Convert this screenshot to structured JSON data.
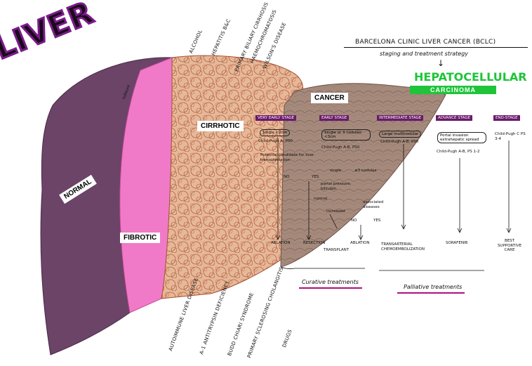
{
  "title": "LIVER",
  "left_labels": {
    "normal": "NORMAL",
    "fibrotic": "FIBROTIC",
    "cirrhotic": "CIRRHOTIC",
    "cancer": "CANCER",
    "signature": "lrdlaura"
  },
  "causes_top": [
    "ALCOHOL",
    "HEPATITIS B&C",
    "PRIMARY BILIARY CIRRHOSIS",
    "HAEMOCHROMATOSIS",
    "WILSON'S DISEASE"
  ],
  "causes_bottom": [
    "AUTOIMMUNE LIVER DISEASE",
    "α-1 ANTITRYPSIN DEFICIENCY",
    "BUDD CHIARI SYNDROME",
    "PRIMARY SCLEROSING CHOLANGITIS",
    "DRUGS"
  ],
  "bclc": {
    "heading": "BARCELONA CLINIC LIVER CANCER (BCLC)",
    "subheading": "staging and treatment strategy",
    "hcc_line1": "HEPATOCELLULAR",
    "hcc_line2": "CARCINOMA",
    "stages": [
      "VERY EARLY STAGE",
      "EARLY STAGE",
      "INTERMEDIATE STAGE",
      "ADVANCE STAGE",
      "END-STAGE"
    ],
    "criteria": [
      "Single <2cm",
      "Single or 3 nodules <3cm",
      "Large multinodular",
      "Portal invasion extrahepatic spread",
      ""
    ],
    "childpugh": [
      "Child-Pugh A, PS0",
      "Child-Pugh A-B, PS0",
      "Child-Pugh A-B, PS0",
      "Child-Pugh A-B, PS 1-2",
      "Child-Pugh C  PS 3-4"
    ],
    "flow": [
      "Potential candidate for liver transplantation",
      "NO",
      "YES",
      "single",
      "≤3 nodules",
      "portal pressure, bilirubin",
      "normal",
      "increased",
      "associated diseases",
      "NO",
      "YES"
    ],
    "treatments": [
      "ABLATION",
      "RESECTION",
      "TRANSPLANT",
      "ABLATION",
      "TRANSARTERIAL CHEMOEMBOLIZATION",
      "SORAFENIB",
      "BEST SUPPORTIVE CARE"
    ],
    "groups": [
      "Curative treatments",
      "Palliative treatments"
    ]
  },
  "colors": {
    "title_purple": "#7a1c8a",
    "hcc_green": "#1fc43a",
    "magenta_line": "#b0107a",
    "stage_purple": "#6a1a6a"
  }
}
